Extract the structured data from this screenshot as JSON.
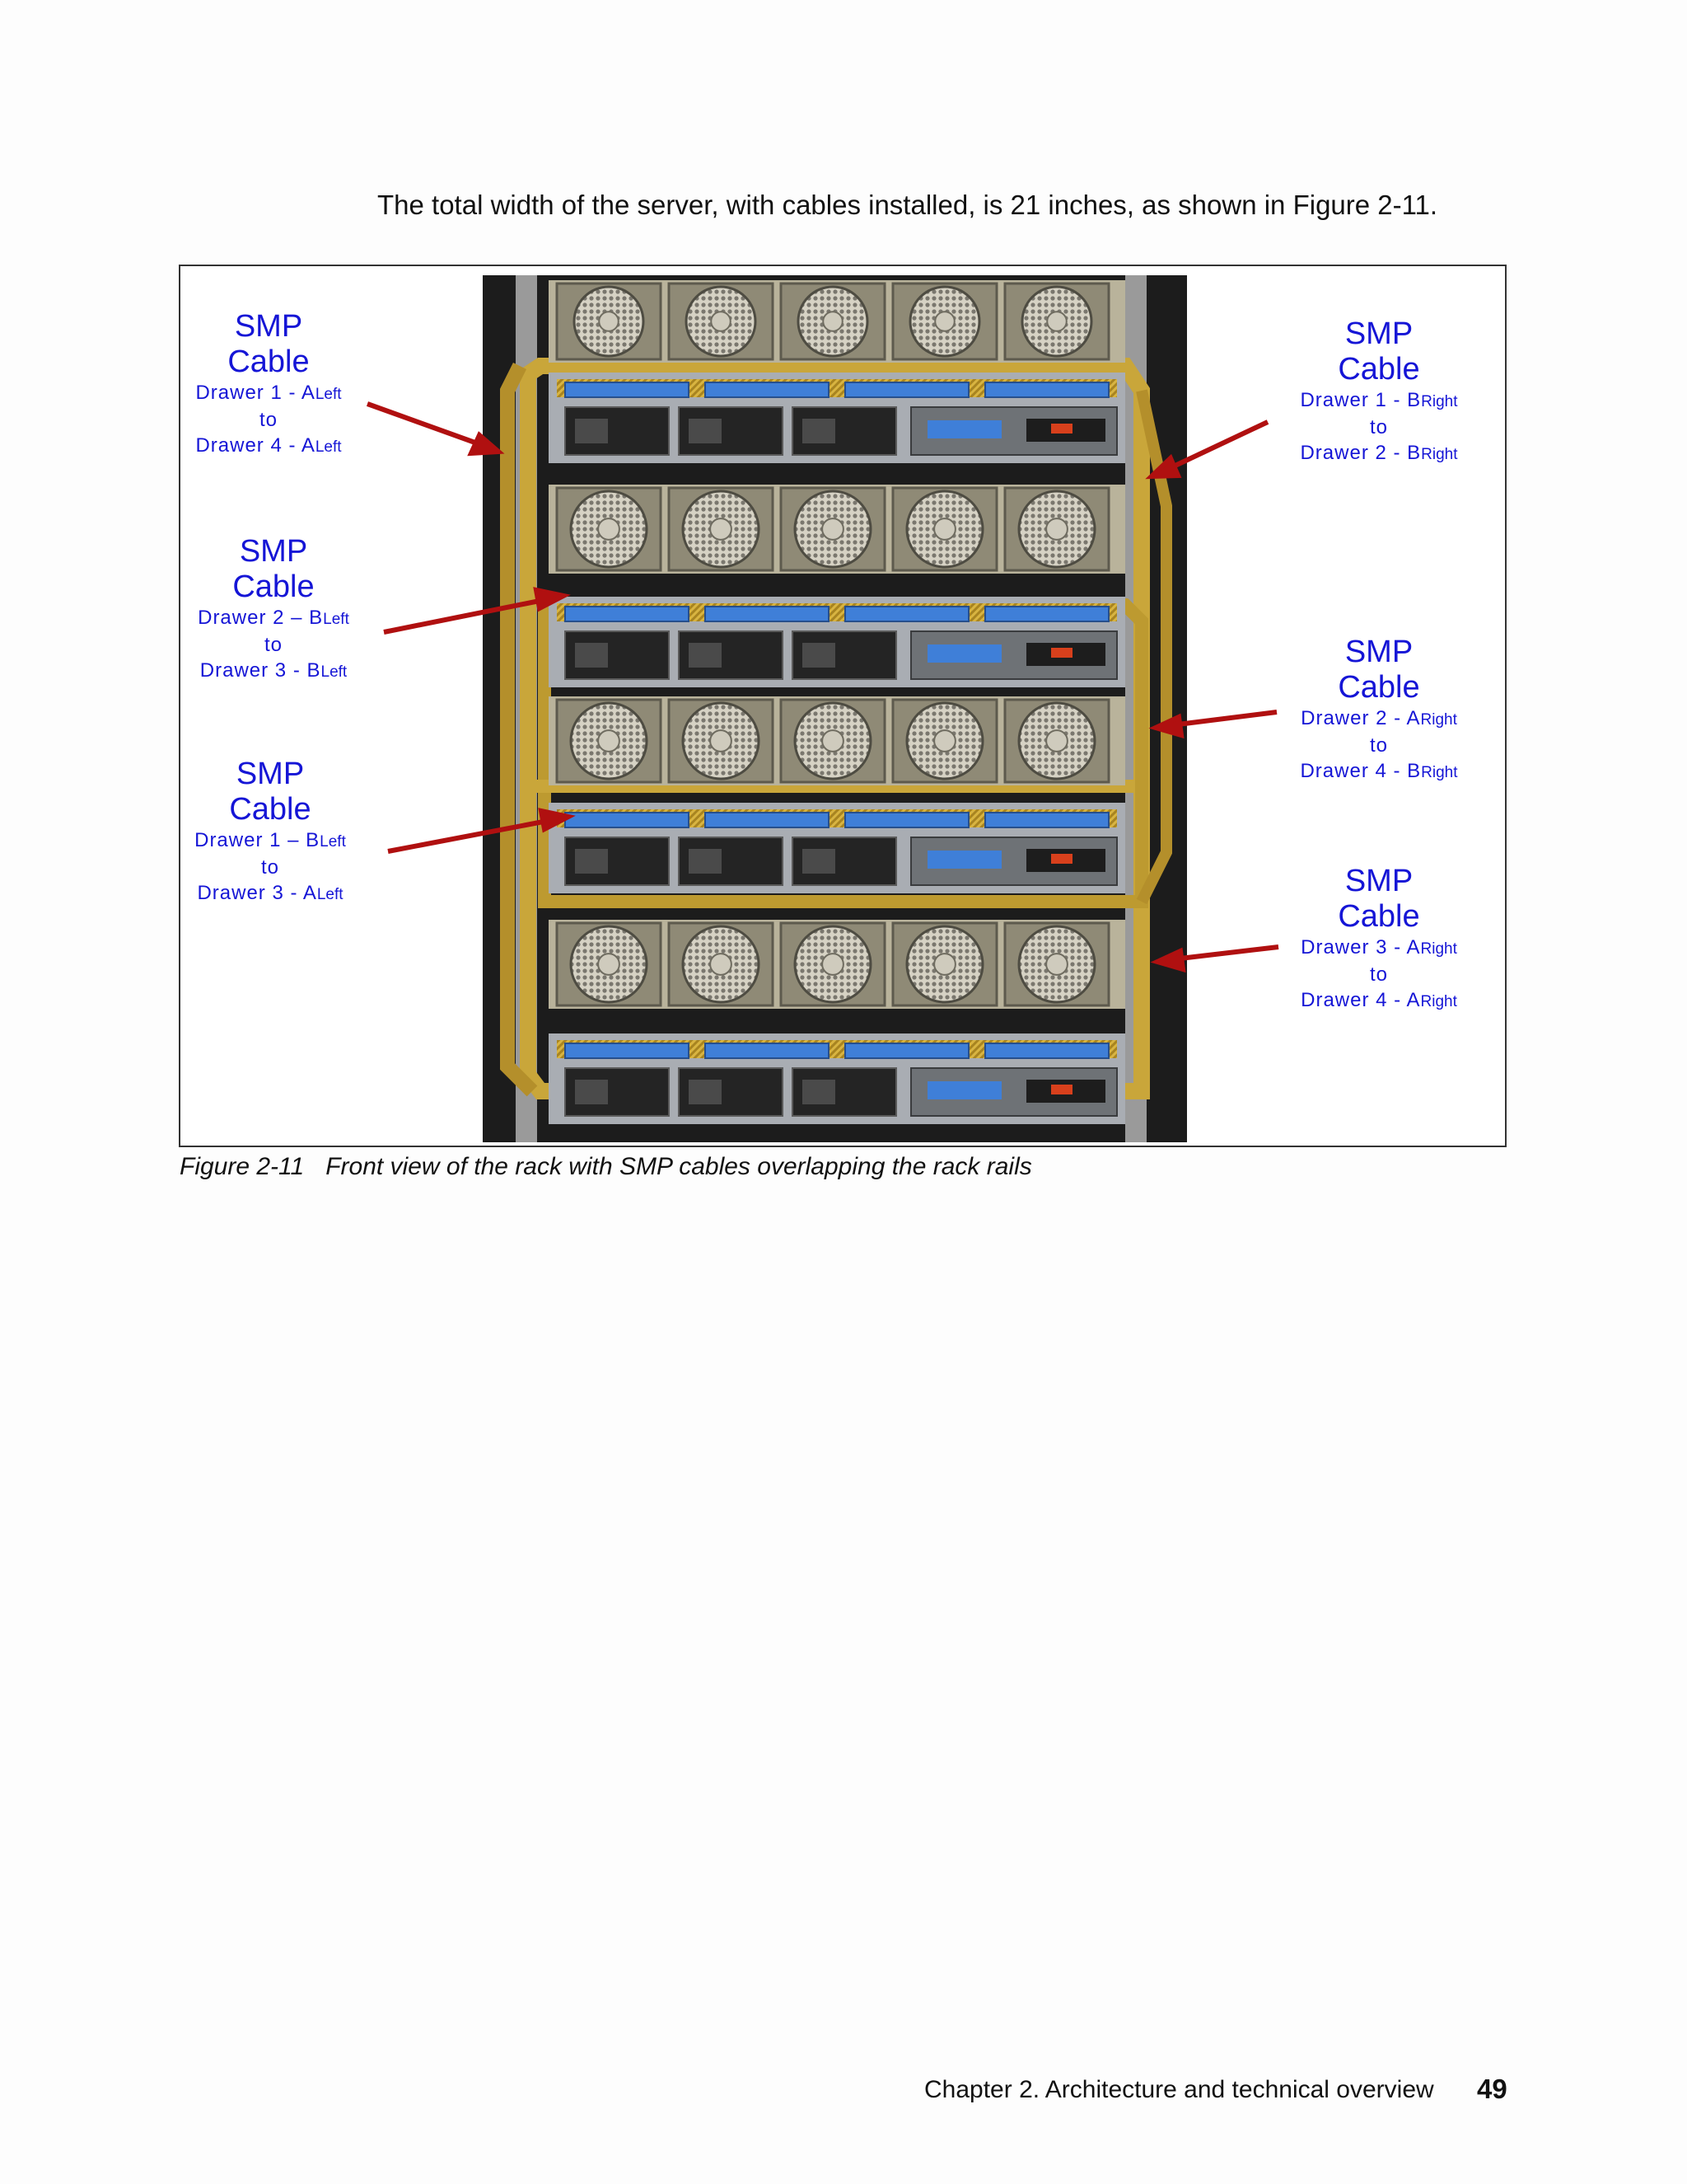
{
  "intro_text": "The total width of the server, with cables installed, is 21 inches, as shown in Figure 2-11.",
  "figure": {
    "labels": [
      {
        "id": "l1",
        "title1": "SMP",
        "title2": "Cable",
        "from": "Drawer 1 - A",
        "from_side": "Left",
        "to": "to",
        "dest": "Drawer 4 - A",
        "dest_side": "Left"
      },
      {
        "id": "l2",
        "title1": "SMP",
        "title2": "Cable",
        "from": "Drawer 2 – B",
        "from_side": "Left",
        "to": "to",
        "dest": "Drawer 3 - B",
        "dest_side": "Left"
      },
      {
        "id": "l3",
        "title1": "SMP",
        "title2": "Cable",
        "from": "Drawer 1 – B",
        "from_side": "Left",
        "to": "to",
        "dest": "Drawer 3 - A",
        "dest_side": "Left"
      },
      {
        "id": "r1",
        "title1": "SMP",
        "title2": "Cable",
        "from": "Drawer 1 - B",
        "from_side": "Right",
        "to": "to",
        "dest": "Drawer 2 - B",
        "dest_side": "Right"
      },
      {
        "id": "r2",
        "title1": "SMP",
        "title2": "Cable",
        "from": "Drawer 2 - A",
        "from_side": "Right",
        "to": "to",
        "dest": "Drawer 4 - B",
        "dest_side": "Right"
      },
      {
        "id": "r3",
        "title1": "SMP",
        "title2": "Cable",
        "from": "Drawer 3 - A",
        "from_side": "Right",
        "to": "to",
        "dest": "Drawer 4 - A",
        "dest_side": "Right"
      }
    ],
    "caption_number": "Figure 2-11",
    "caption_text": "Front view of the rack with SMP cables overlapping the rack rails"
  },
  "footer": {
    "chapter": "Chapter 2. Architecture and technical overview",
    "page": "49"
  },
  "colors": {
    "label_blue": "#1515d6",
    "arrow_red": "#b01010",
    "cable_yellow": "#c9a63a",
    "drive_blue": "#3f7fd8"
  }
}
